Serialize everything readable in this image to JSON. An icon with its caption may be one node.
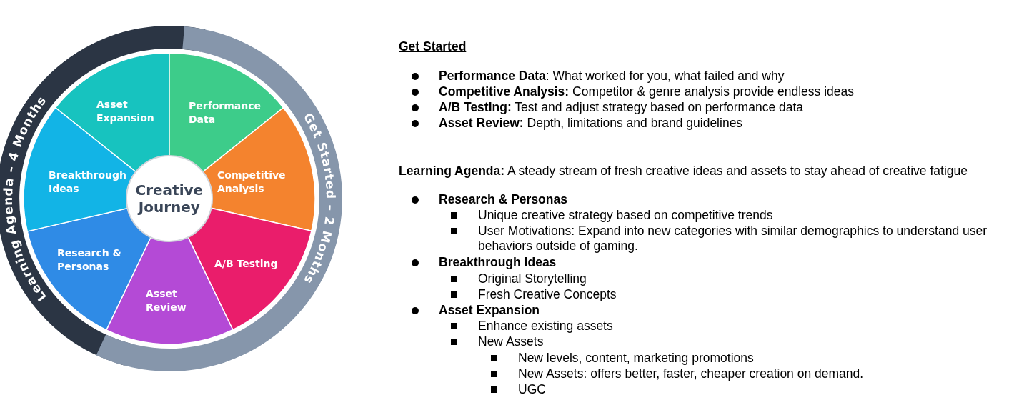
{
  "diagram": {
    "nodes": [
      {
        "text": [
          "Learning Agenda – 4 Months"
        ]
      },
      {
        "text": [
          "Get Started – 2 Months"
        ]
      },
      {
        "text": [
          "Creative Journey"
        ]
      },
      {
        "text": [
          "Asset Expansion"
        ]
      },
      {
        "text": [
          "Performance Data"
        ]
      },
      {
        "text": [
          "Competitive Analysis"
        ]
      },
      {
        "text": [
          "A/B Testing"
        ]
      },
      {
        "text": [
          "Asset Review"
        ]
      },
      {
        "text": [
          "Research & Personas"
        ]
      },
      {
        "text": [
          "Breakthrough Ideas"
        ]
      }
    ],
    "labels": [
      "Get Started",
      "**Performance Data**: What worked for you, what failed and why",
      "**Competitive Analysis:** Competitor & genre analysis provide endless ideas",
      "**A/B Testing:** Test and adjust strategy based on performance data",
      "**Asset Review:** Depth, limitations and brand guidelines",
      "**Learning Agenda:** A steady stream of fresh creative ideas and assets to stay ahead of creative fatigue",
      "Research & Personas",
      "Unique creative strategy based on competitive trends",
      "User Motivations: Expand into new categories with similar demographics to understand user behaviors outside of gaming.",
      "Breakthrough Ideas",
      "Original Storytelling",
      "Fresh Creative Concepts",
      "Asset Expansion",
      "Enhance existing assets",
      "New Assets",
      "New levels, content, marketing promotions",
      "New Assets: offers better, faster, cheaper creation on demand.",
      "UGC"
    ]
  }
}
